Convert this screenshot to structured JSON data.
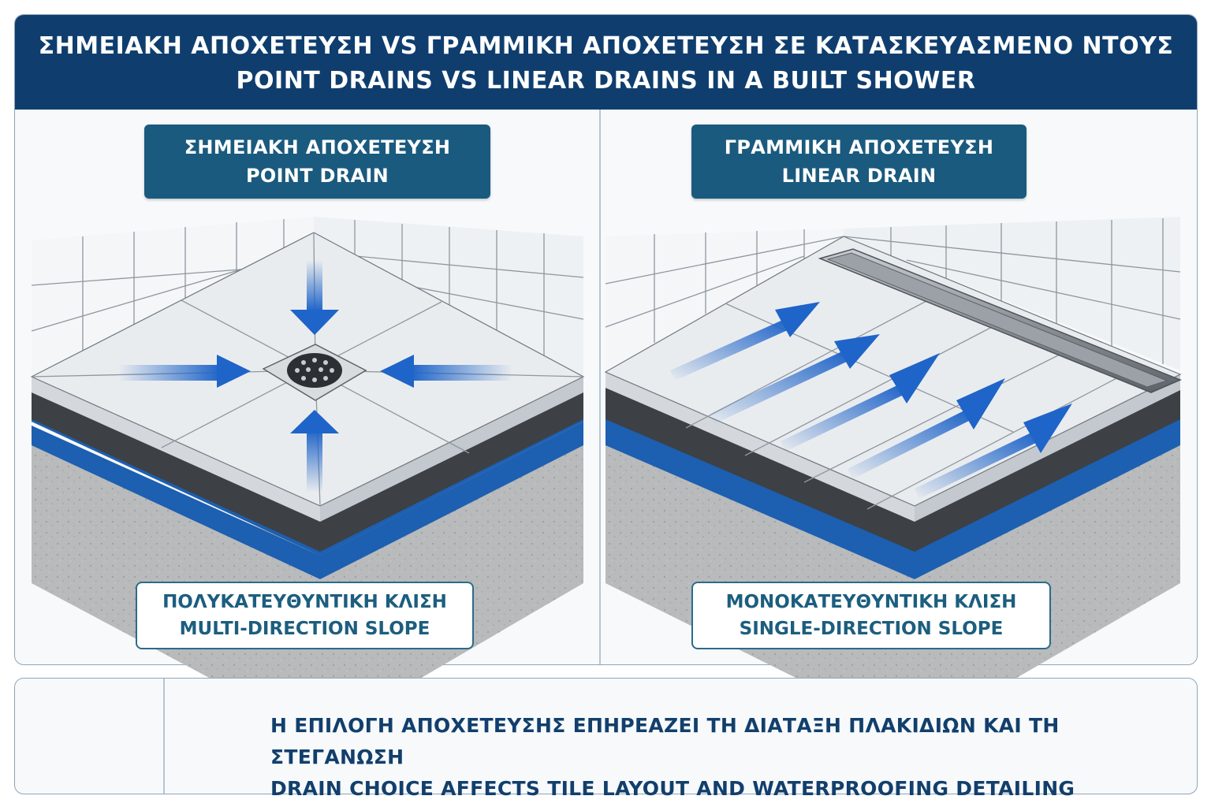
{
  "header": {
    "title_gr": "ΣΗΜΕΙΑΚΗ ΑΠΟΧΕΤΕΥΣΗ VS ΓΡΑΜΜΙΚΗ ΑΠΟΧΕΤΕΥΣΗ ΣΕ ΚΑΤΑΣΚΕΥΑΣΜΕΝΟ ΝΤΟΥΣ",
    "title_en": "POINT DRAINS VS LINEAR DRAINS IN A BUILT SHOWER"
  },
  "point_panel": {
    "label_gr": "ΣΗΜΕΙΑΚΗ ΑΠΟΧΕΤΕΥΣΗ",
    "label_en": "POINT DRAIN",
    "slope_gr": "ΠΟΛΥΚΑΤΕΥΘΥΝΤΙΚΗ ΚΛΙΣΗ",
    "slope_en": "MULTI-DIRECTION SLOPE"
  },
  "linear_panel": {
    "label_gr": "ΓΡΑΜΜΙΚΗ ΑΠΟΧΕΤΕΥΣΗ",
    "label_en": "LINEAR DRAIN",
    "slope_gr": "ΜΟΝΟΚΑΤΕΥΘΥΝΤΙΚΗ ΚΛΙΣΗ",
    "slope_en": "SINGLE-DIRECTION SLOPE"
  },
  "notice": {
    "text_gr": "Η ΕΠΙΛΟΓΗ ΑΠΟΧΕΤΕΥΣΗΣ ΕΠΗΡΕΑΖΕΙ ΤΗ ΔΙΑΤΑΞΗ ΠΛΑΚΙΔΙΩΝ ΚΑΙ ΤΗ ΣΤΕΓΑΝΩΣΗ",
    "text_en": "DRAIN CHOICE AFFECTS TILE LAYOUT AND WATERPROOFING DETAILING",
    "icons": [
      "clipboard-checklist-icon",
      "warning-icon"
    ]
  },
  "colors": {
    "header_bg": "#0f3e6e",
    "label_bg": "#1a5a7e",
    "arrow": "#1f64c8",
    "membrane": "#1d5fb0",
    "warning": "#e0573a"
  }
}
